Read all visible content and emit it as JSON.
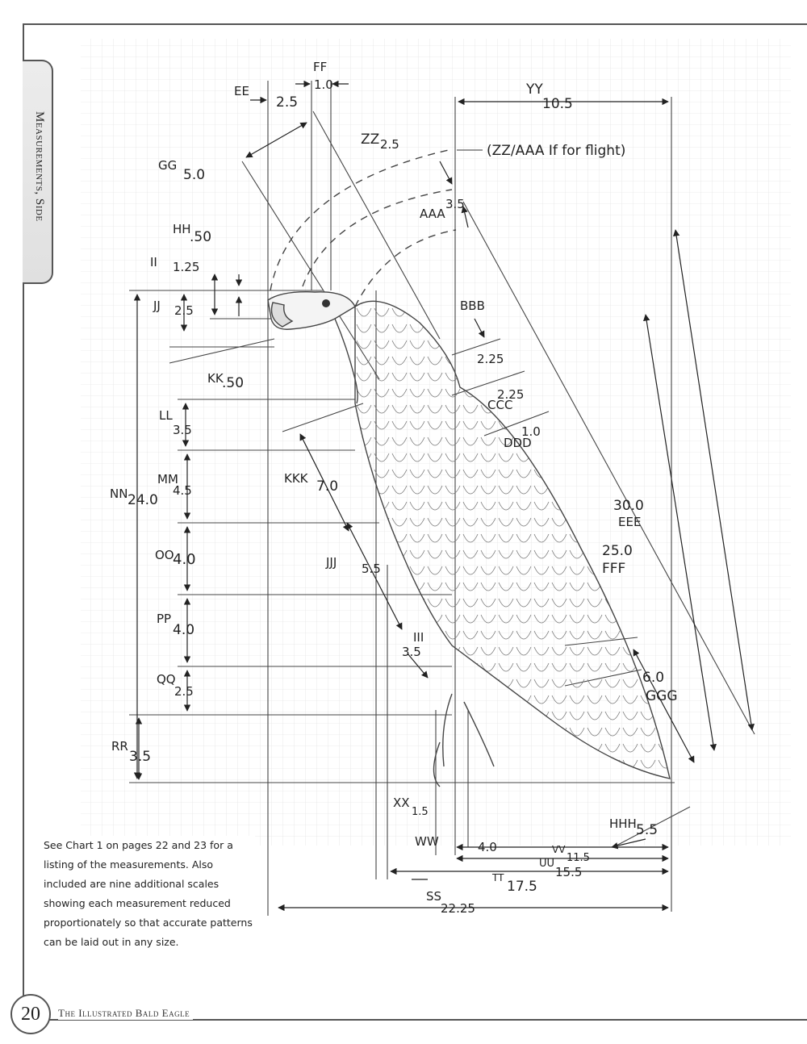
{
  "side_tab": "Measurements, Side",
  "footer": {
    "page_number": "20",
    "book_title": "The Illustrated Bald Eagle"
  },
  "note": "See Chart 1 on pages 22 and 23 for a listing of the measurements. Also included are nine additional scales showing each measurement reduced proportionately so that accurate patterns can be laid out in any size.",
  "flight_note": "(ZZ/AAA If for flight)",
  "measurements": [
    {
      "id": "EE",
      "value": "2.5"
    },
    {
      "id": "FF",
      "value": "1.0"
    },
    {
      "id": "GG",
      "value": "5.0"
    },
    {
      "id": "HH",
      "value": ".50"
    },
    {
      "id": "II",
      "value": "1.25"
    },
    {
      "id": "JJ",
      "value": "2.5"
    },
    {
      "id": "KK",
      "value": ".50"
    },
    {
      "id": "LL",
      "value": "3.5"
    },
    {
      "id": "MM",
      "value": "4.5"
    },
    {
      "id": "NN",
      "value": "24.0"
    },
    {
      "id": "OO",
      "value": "4.0"
    },
    {
      "id": "PP",
      "value": "4.0"
    },
    {
      "id": "QQ",
      "value": "2.5"
    },
    {
      "id": "RR",
      "value": "3.5"
    },
    {
      "id": "SS",
      "value": "22.25"
    },
    {
      "id": "TT",
      "value": "17.5"
    },
    {
      "id": "UU",
      "value": "15.5"
    },
    {
      "id": "VV",
      "value": "11.5"
    },
    {
      "id": "WW",
      "value": "4.0"
    },
    {
      "id": "XX",
      "value": "1.5"
    },
    {
      "id": "YY",
      "value": "10.5"
    },
    {
      "id": "ZZ",
      "value": "2.5"
    },
    {
      "id": "AAA",
      "value": "3.5"
    },
    {
      "id": "BBB",
      "value": "2.25"
    },
    {
      "id": "CCC",
      "value": "2.25"
    },
    {
      "id": "DDD",
      "value": "1.0"
    },
    {
      "id": "EEE",
      "value": "30.0"
    },
    {
      "id": "FFF",
      "value": "25.0"
    },
    {
      "id": "GGG",
      "value": "6.0"
    },
    {
      "id": "HHH",
      "value": "5.5"
    },
    {
      "id": "III",
      "value": "3.5"
    },
    {
      "id": "JJJ",
      "value": "5.5"
    },
    {
      "id": "KKK",
      "value": "7.0"
    }
  ]
}
